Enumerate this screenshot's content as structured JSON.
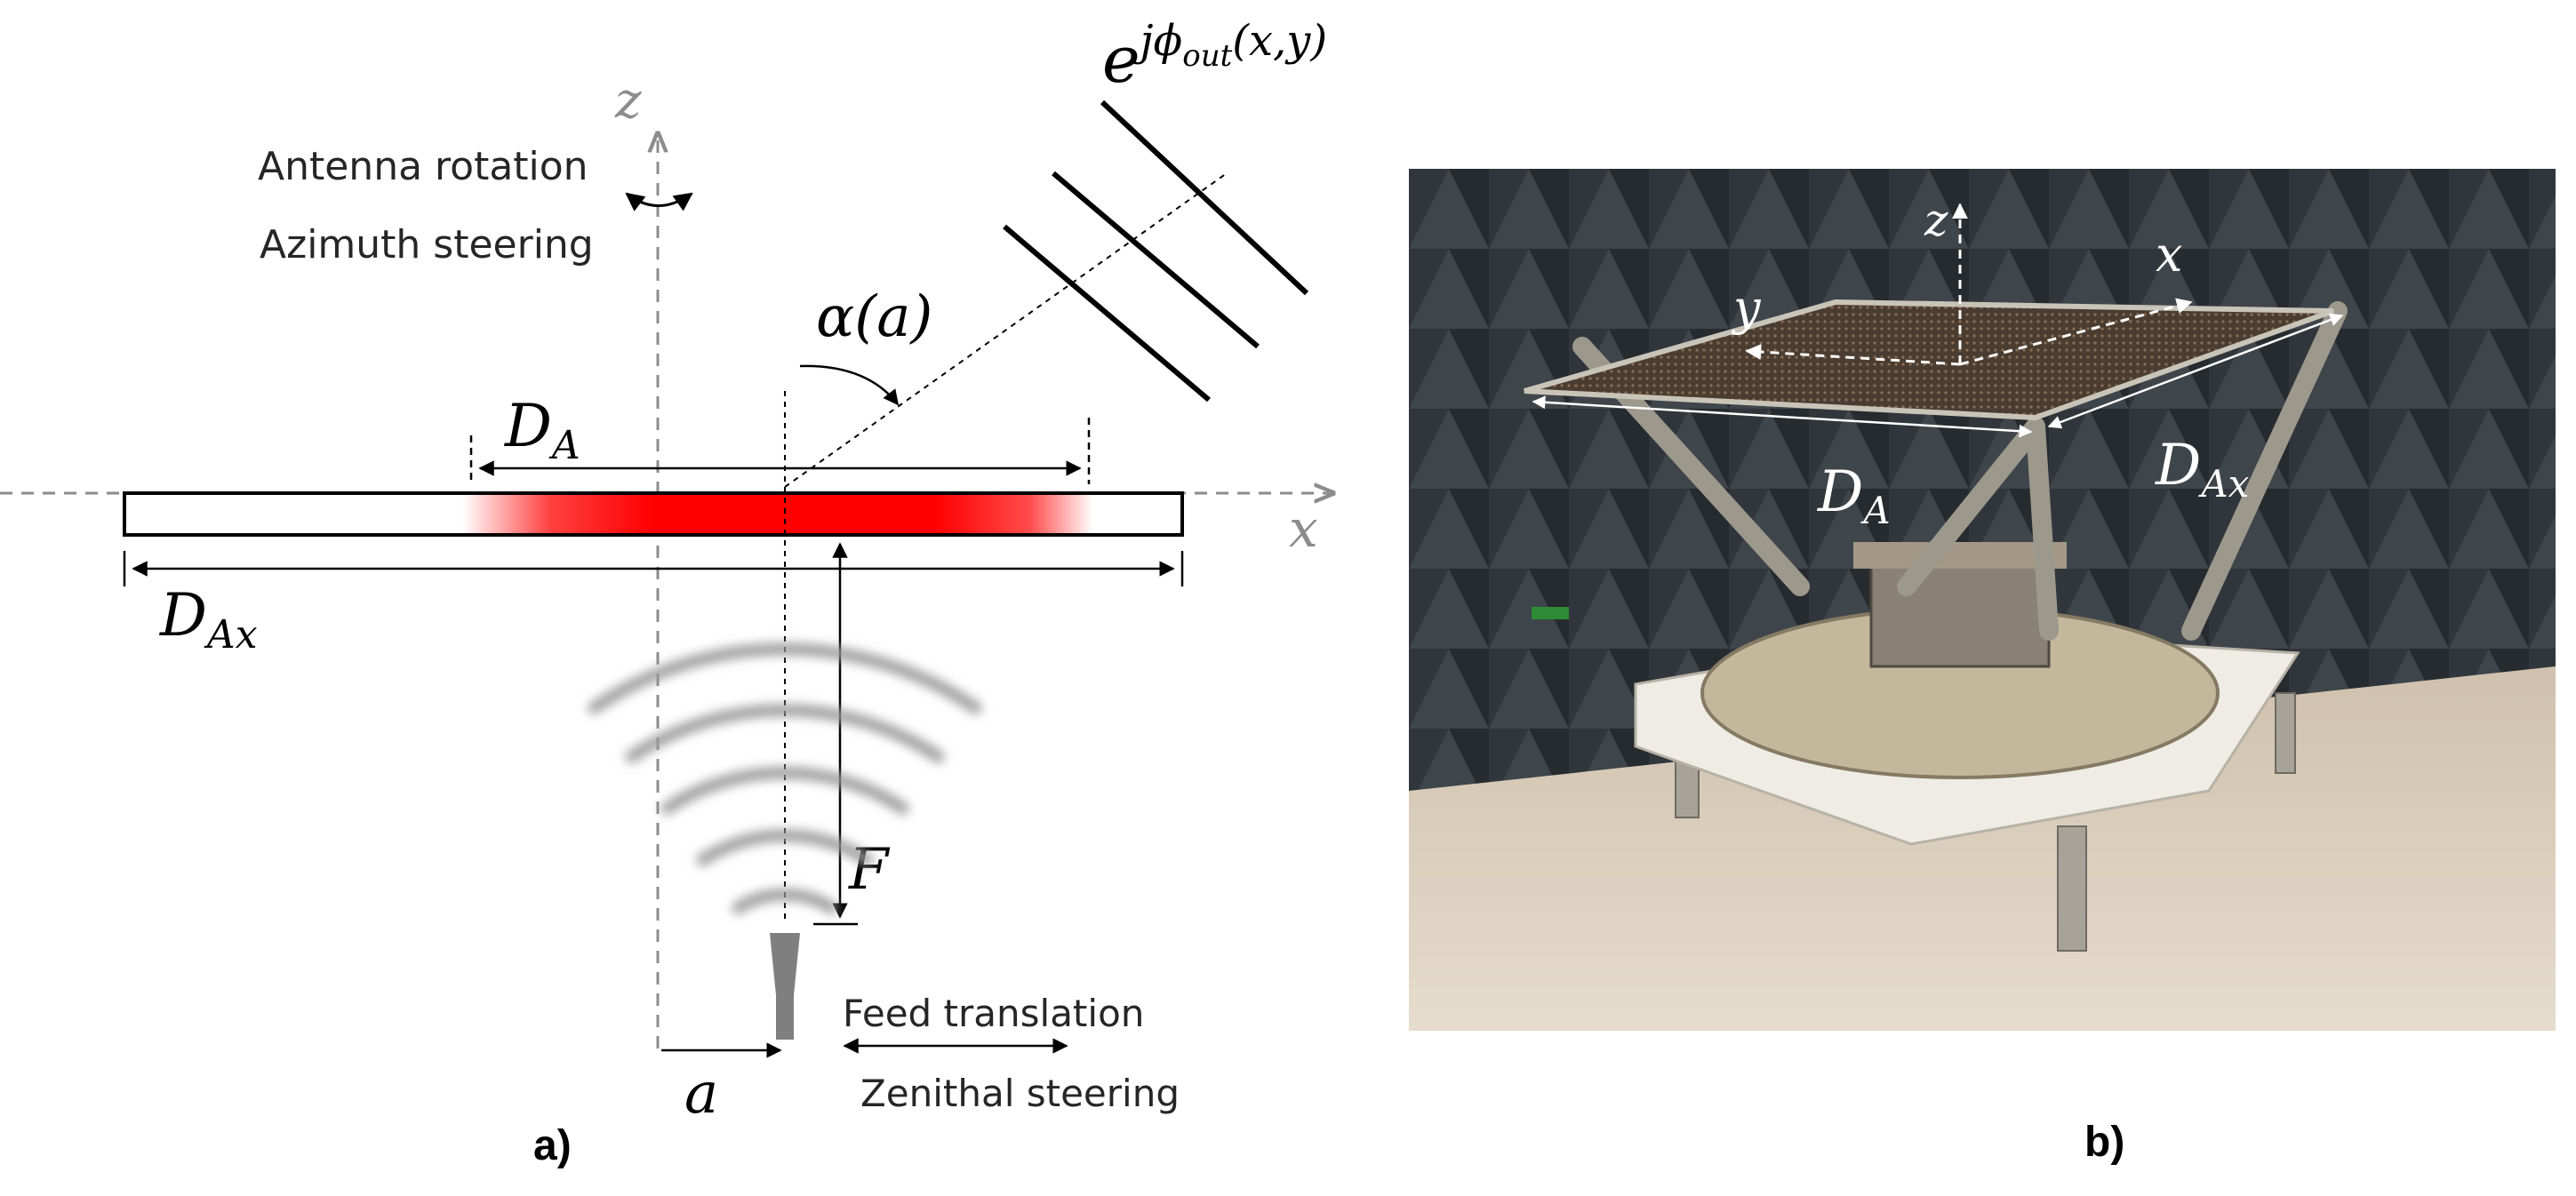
{
  "panel_a": {
    "label": "a)",
    "z_axis": "z",
    "x_axis": "x",
    "rotation_line1": "Antenna rotation",
    "rotation_line2": "Azimuth steering",
    "phase_base": "e",
    "phase_exp": "jϕ",
    "phase_sub": "out",
    "phase_args": "(x,y)",
    "alpha": "α(a)",
    "da_main": "D",
    "da_sub": "A",
    "dax_main": "D",
    "dax_sub": "Ax",
    "focal": "F",
    "offset": "a",
    "feed_line1": "Feed translation",
    "feed_line2": "Zenithal steering"
  },
  "panel_b": {
    "label": "b)",
    "z_axis": "z",
    "y_axis": "y",
    "x_axis": "x",
    "da_main": "D",
    "da_sub": "A",
    "dax_main": "D",
    "dax_sub": "Ax"
  },
  "colors": {
    "aperture_red": "#ff0000",
    "axis_gray": "#8c8c8c",
    "chamber_dark": "#2f3438",
    "table": "#d9cbb8"
  }
}
